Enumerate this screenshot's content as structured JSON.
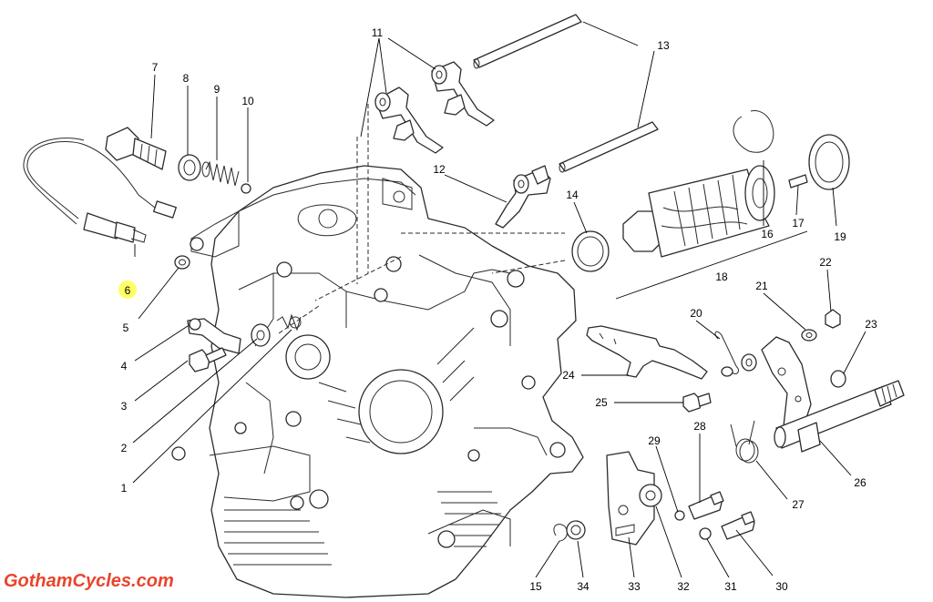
{
  "brand": {
    "logo_text": "GothamCycles.com",
    "logo_color": "#e8452c"
  },
  "diagram": {
    "line_color": "#2b2b2b",
    "highlight_color": "#ffff66",
    "highlighted_part": "6",
    "labels": {
      "p1": "1",
      "p2": "2",
      "p3": "3",
      "p4": "4",
      "p5": "5",
      "p6": "6",
      "p7": "7",
      "p8": "8",
      "p9": "9",
      "p10": "10",
      "p11": "11",
      "p12": "12",
      "p13": "13",
      "p14": "14",
      "p15": "15",
      "p16": "16",
      "p17": "17",
      "p18": "18",
      "p19": "19",
      "p20": "20",
      "p21": "21",
      "p22": "22",
      "p23": "23",
      "p24": "24",
      "p25": "25",
      "p26": "26",
      "p27": "27",
      "p28": "28",
      "p29": "29",
      "p30": "30",
      "p31": "31",
      "p32": "32",
      "p33": "33",
      "p34": "34"
    }
  }
}
